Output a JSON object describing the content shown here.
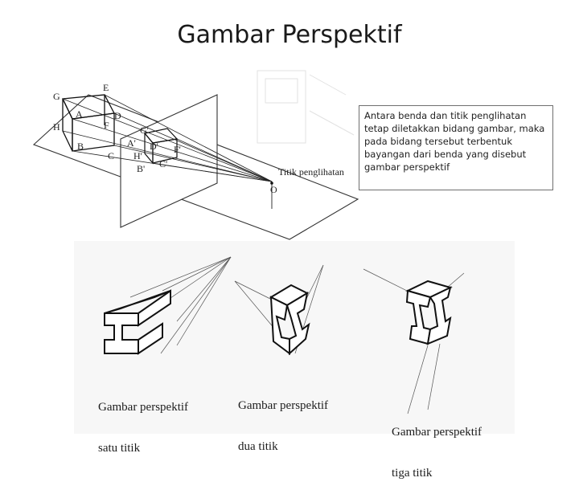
{
  "slide": {
    "title": "Gambar Perspektif",
    "description": "Antara benda dan titik penglihatan tetap diletakkan bidang gambar, maka pada bidang tersebut terbentuk bayangan dari benda yang disebut gambar perspektif"
  },
  "top_figure": {
    "observer_label": "Titik penglihatan",
    "point_labels": [
      "E",
      "G",
      "A",
      "D",
      "F",
      "H",
      "B",
      "C",
      "G'",
      "A'",
      "D'",
      "F'",
      "H'",
      "B'",
      "C'",
      "O"
    ]
  },
  "bottom_figure": {
    "captions": [
      {
        "line1": "Gambar perspektif",
        "line2": "satu titik"
      },
      {
        "line1": "Gambar perspektif",
        "line2": "dua titik"
      },
      {
        "line1": "Gambar perspektif",
        "line2": "tiga titik"
      }
    ]
  }
}
